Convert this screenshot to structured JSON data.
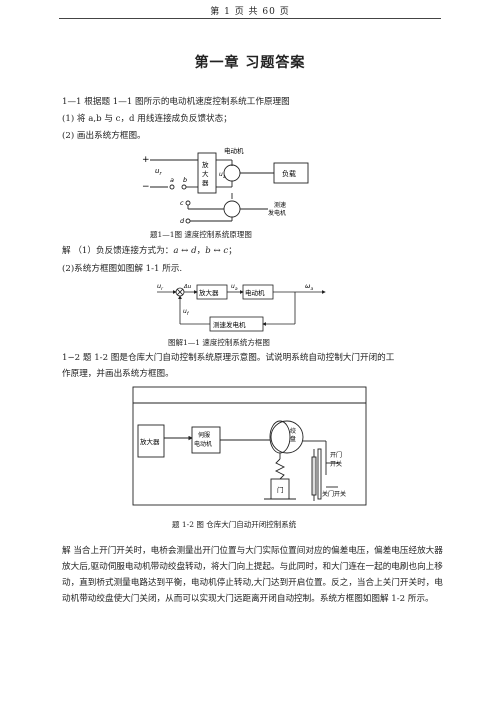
{
  "header": {
    "text": "第 1 页 共 60 页"
  },
  "title": "第一章 习题答案",
  "problem1": {
    "stem": "1—1 根据题 1—1 图所示的电动机速度控制系统工作原理图",
    "item1": "(1)  将 a,b 与 c，d 用线连接成负反馈状态；",
    "item2": "(2)  画出系统方框图。"
  },
  "fig1": {
    "amplifier": "放大器",
    "motor": "电动机",
    "load": "负载",
    "tach": "测速发电机",
    "plus": "+",
    "minus": "−",
    "ur": "u",
    "ur_sub": "r",
    "ua": "u",
    "ua_sub": "a",
    "a": "a",
    "b": "b",
    "c": "c",
    "d": "d",
    "caption": "题1—1图  速度控制系统原理图"
  },
  "solution1": {
    "line1_prefix": "解  （1）负反馈连接方式为：",
    "expr1": "a ↔ d",
    "sep": "，",
    "expr2": "b ↔ c",
    "end": "；",
    "line2": "(2)系统方框图如图解 1-1  所示."
  },
  "fig2": {
    "ur": "u",
    "ur_sub": "r",
    "du": "Δu",
    "amplifier": "放大器",
    "ua": "u",
    "ua_sub": "a",
    "motor": "电动机",
    "w": "ω",
    "w_sub": "a",
    "uf": "u",
    "uf_sub": "f",
    "tach": "测速发电机",
    "caption": "图解1—1 速度控制系统方框图"
  },
  "problem2": {
    "line1": "1−2  题 1-2 图是仓库大门自动控制系统原理示意图。试说明系统自动控制大门开闭的工",
    "line2": "作原理，并画出系统方框图。"
  },
  "fig3": {
    "amplifier": "放大器",
    "servo": "伺服\n电动机",
    "drum": "绞\n盘",
    "door": "门",
    "open_switch": "开门\n开关",
    "close_switch": "关门开关",
    "caption": "题 1-2 图    仓库大门自动开闭控制系统"
  },
  "solution2": {
    "text": "解    当合上开门开关时，电桥会测量出开门位置与大门实际位置间对应的偏差电压，偏差电压经放大器放大后,驱动伺服电动机带动绞盘转动，将大门向上提起。与此同时，和大门连在一起的电刷也向上移动，直到桥式测量电路达到平衡，电动机停止转动,大门达到开启位置。反之，当合上关门开关时，电动机带动绞盘使大门关闭，从而可以实现大门远距离开闭自动控制。系统方框图如图解 1-2 所示。"
  }
}
